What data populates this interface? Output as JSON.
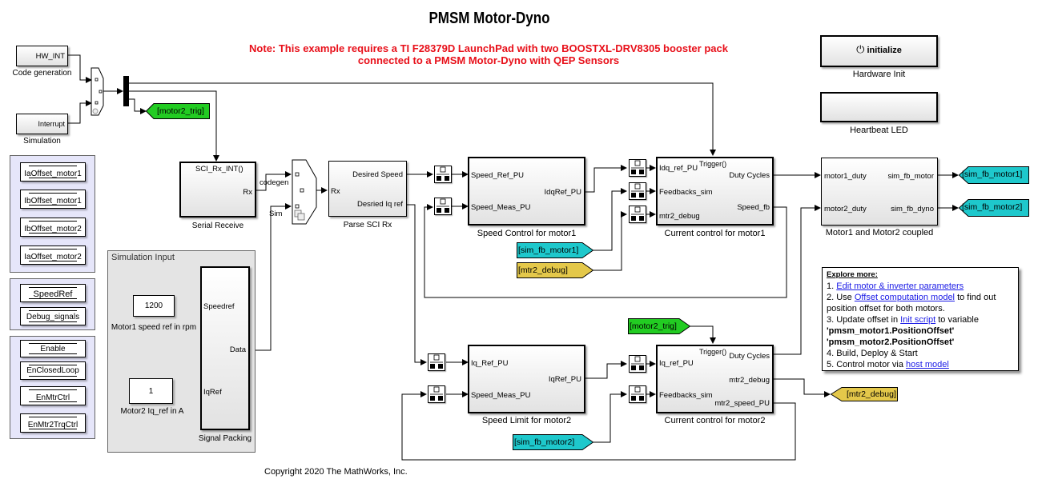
{
  "title": "PMSM Motor-Dyno",
  "note_line1": "Note: This example requires a TI F28379D LaunchPad with two BOOSTXL-DRV8305 booster pack",
  "note_line2": "connected to a PMSM Motor-Dyno with QEP Sensors",
  "colors": {
    "note_red": "#e8101a",
    "goto_green": "#22cc22",
    "goto_cyan": "#1ec8cc",
    "goto_yellow": "#e4c84a",
    "area_blue": "#e6e6fa",
    "area_gray": "#e4e4e4",
    "link_blue": "#1a1ae6"
  },
  "sources": {
    "hw_int": {
      "text": "HW_INT",
      "label": "Code generation"
    },
    "interrupt": {
      "text": "Interrupt",
      "label": "Simulation"
    }
  },
  "tags": {
    "motor2_trig_out": "[motor2_trig]",
    "motor2_trig_in": "[motor2_trig]",
    "sim_fb_motor1_in": "[sim_fb_motor1]",
    "mtr2_debug_in": "[mtr2_debug]",
    "sim_fb_motor1_out": "[sim_fb_motor1]",
    "sim_fb_motor2_out": "[sim_fb_motor2]",
    "sim_fb_motor2_in": "[sim_fb_motor2]",
    "mtr2_debug_out": "[mtr2_debug]"
  },
  "datastores": {
    "offsets": [
      "IaOffset_motor1",
      "IbOffset_motor1",
      "IbOffset_motor2",
      "IaOffset_motor2"
    ],
    "signals": [
      "SpeedRef",
      "Debug_signals"
    ],
    "enables": [
      "Enable",
      "EnClosedLoop",
      "EnMtrCtrl",
      "EnMtr2TrqCtrl"
    ]
  },
  "simulation_input": {
    "title": "Simulation Input",
    "speed_const": "1200",
    "speed_label": "Motor1 speed ref in rpm",
    "iq_const": "1",
    "iq_label": "Motor2 Iq_ref in A",
    "packing": {
      "in1": "Speedref",
      "in2": "IqRef",
      "out": "Data",
      "label": "Signal Packing"
    }
  },
  "serial_receive": {
    "trigger": "SCI_Rx_INT()",
    "out": "Rx",
    "label": "Serial Receive"
  },
  "switch_labels": {
    "codegen": "codegen",
    "sim": "Sim"
  },
  "parse_sci": {
    "in": "Rx",
    "out1": "Desired Speed",
    "out2": "Desried Iq ref",
    "label": "Parse SCI Rx"
  },
  "speed_ctrl1": {
    "in1": "Speed_Ref_PU",
    "in2": "Speed_Meas_PU",
    "out": "IdqRef_PU",
    "label": "Speed Control for motor1"
  },
  "current_ctrl1": {
    "trigger": "Trigger()",
    "in1": "Idq_ref_PU",
    "in2": "Feedbacks_sim",
    "in3": "mtr2_debug",
    "out1": "Duty Cycles",
    "out2": "Speed_fb",
    "label": "Current control for motor1"
  },
  "coupled": {
    "in1": "motor1_duty",
    "in2": "motor2_duty",
    "out1": "sim_fb_motor",
    "out2": "sim_fb_dyno",
    "label": "Motor1 and Motor2 coupled"
  },
  "hw_init": {
    "button": "initialize",
    "label": "Hardware Init"
  },
  "heartbeat": {
    "label": "Heartbeat LED"
  },
  "speed_limit2": {
    "in1": "Iq_Ref_PU",
    "in2": "Speed_Meas_PU",
    "out": "IqRef_PU",
    "label": "Speed Limit for motor2"
  },
  "current_ctrl2": {
    "trigger": "Trigger()",
    "in1": "Iq_ref_PU",
    "in2": "Feedbacks_sim",
    "out1": "Duty Cycles",
    "out2": "mtr2_debug",
    "out3": "mtr2_speed_PU",
    "label": "Current control for motor2"
  },
  "explore": {
    "header": "Explore more:",
    "l1_prefix": "1. ",
    "l1_link": "Edit motor & inverter parameters",
    "l2_prefix": "2. Use ",
    "l2_link": "Offset computation model",
    "l2_suffix": " to find out",
    "l2b": "position offset for both motors.",
    "l3_prefix": "3. Update offset in ",
    "l3_link": "Init script",
    "l3_suffix": " to variable",
    "l4": "'pmsm_motor1.PositionOffset'",
    "l5": "'pmsm_motor2.PositionOffset'",
    "l6": "4. Build, Deploy & Start",
    "l7_prefix": "5. Control motor via ",
    "l7_link": "host model"
  },
  "copyright": "Copyright 2020 The MathWorks, Inc."
}
